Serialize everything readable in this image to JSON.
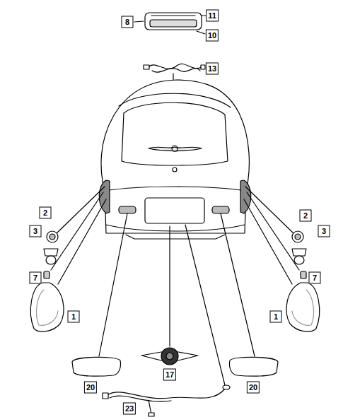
{
  "diagram": {
    "labels": [
      "11",
      "8",
      "10",
      "13",
      "2",
      "2",
      "3",
      "3",
      "7",
      "7",
      "1",
      "1",
      "17",
      "20",
      "20",
      "23"
    ]
  }
}
